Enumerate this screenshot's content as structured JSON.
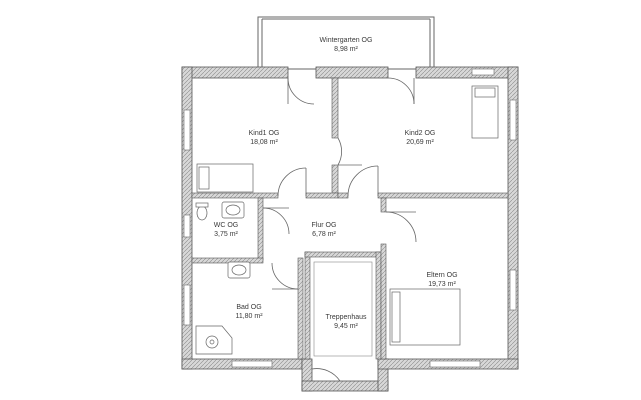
{
  "plan": {
    "rooms": [
      {
        "id": "wintergarten",
        "name": "Wintergarten OG",
        "area": "8,98 m²"
      },
      {
        "id": "kind1",
        "name": "Kind1 OG",
        "area": "18,08 m²"
      },
      {
        "id": "kind2",
        "name": "Kind2 OG",
        "area": "20,69 m²"
      },
      {
        "id": "wc",
        "name": "WC OG",
        "area": "3,75 m²"
      },
      {
        "id": "flur",
        "name": "Flur OG",
        "area": "6,78 m²"
      },
      {
        "id": "eltern",
        "name": "Eltern OG",
        "area": "19,73 m²"
      },
      {
        "id": "bad",
        "name": "Bad OG",
        "area": "11,80 m²"
      },
      {
        "id": "treppenhaus",
        "name": "Treppenhaus",
        "area": "9,45 m²"
      }
    ],
    "colors": {
      "wall_fill": "#cfcfcf",
      "wall_stroke": "#555555",
      "line": "#666666",
      "text": "#3a3a3a"
    }
  }
}
